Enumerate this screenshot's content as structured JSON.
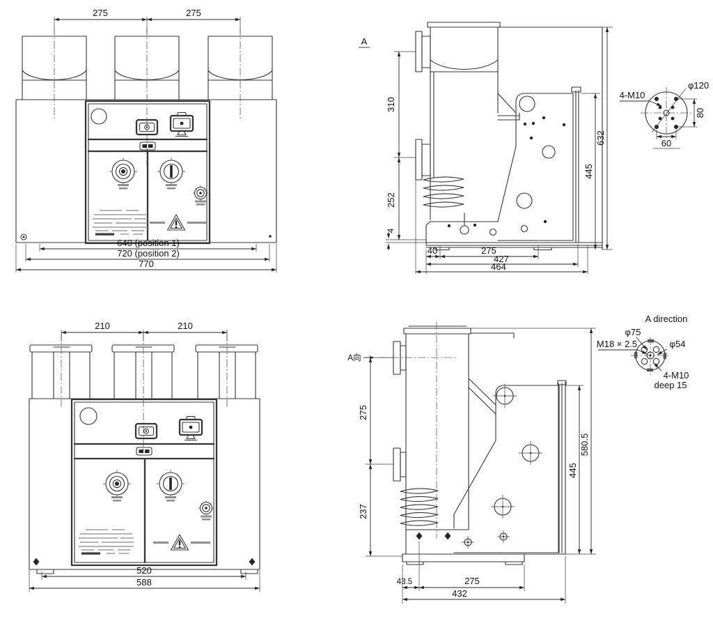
{
  "front_top": {
    "pitch_left": "275",
    "pitch_right": "275",
    "width_pos1": "640 (position 1)",
    "width_pos2": "720 (position 2)",
    "width_overall": "770"
  },
  "side_top": {
    "view_label": "A",
    "height_upper": "310",
    "height_lower": "252",
    "base_thickness": "4",
    "offset_40": "40",
    "depth_275": "275",
    "depth_427": "427",
    "depth_464": "464",
    "height_632": "632",
    "height_445": "445"
  },
  "flange_top": {
    "bolts": "4-M10",
    "diameter": "φ120",
    "spacing_v": "80",
    "spacing_h": "60"
  },
  "front_bottom": {
    "pitch_left": "210",
    "pitch_right": "210",
    "width_inner": "520",
    "width_overall": "588"
  },
  "side_bottom": {
    "view_label": "A向",
    "height_upper": "275",
    "height_lower": "237",
    "height_445": "445",
    "height_overall": "580.5",
    "offset_435": "43.5",
    "depth_275": "275",
    "depth_overall": "432"
  },
  "flange_bottom": {
    "title": "A direction",
    "dia_outer": "φ75",
    "thread": "M18 × 2.5",
    "dia_inner": "φ54",
    "bolts": "4-M10",
    "depth": "deep 15"
  }
}
